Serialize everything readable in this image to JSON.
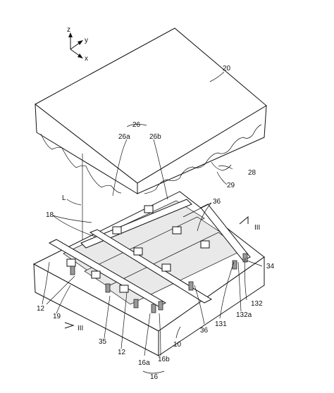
{
  "axes": {
    "z": "z",
    "y": "y",
    "x": "x"
  },
  "labels": {
    "l20": "20",
    "l26": "26",
    "l26a": "26a",
    "l26b": "26b",
    "l28": "28",
    "l29": "29",
    "lL": "L",
    "l18": "18",
    "l36a": "36",
    "lIII_right": "III",
    "l34": "34",
    "l12a": "12",
    "l19": "19",
    "lIII_left": "III",
    "l35": "35",
    "l12b": "12",
    "l16a": "16a",
    "l16b": "16b",
    "l16": "16",
    "l10": "10",
    "l36b": "36",
    "l131": "131",
    "l132": "132",
    "l132a": "132a"
  }
}
